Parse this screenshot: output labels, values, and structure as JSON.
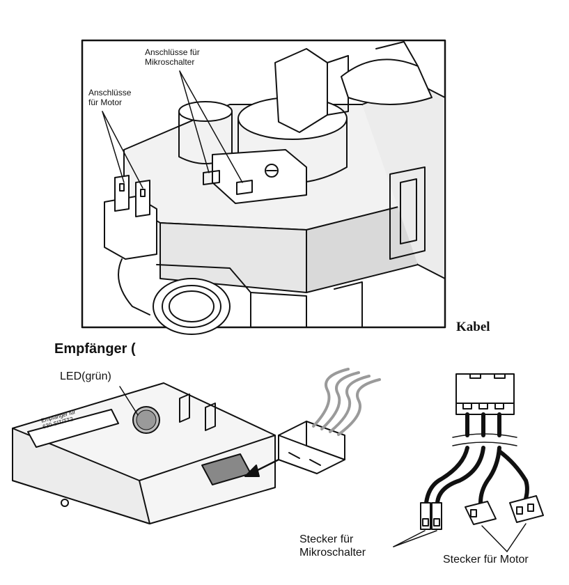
{
  "labels": {
    "microswitch_terminals": "Anschlüsse für\nMikroschalter",
    "motor_terminals": "Anschlüsse\nfür Motor",
    "cable_heading": "Kabel",
    "receiver_heading": "Empfänger (",
    "led_label": "LED(grün)",
    "receiver_sticker": "Empfänger für\n630-SIT/TT2",
    "plug_microswitch": "Stecker für\nMikroschalter",
    "plug_motor": "Stecker für Motor"
  }
}
